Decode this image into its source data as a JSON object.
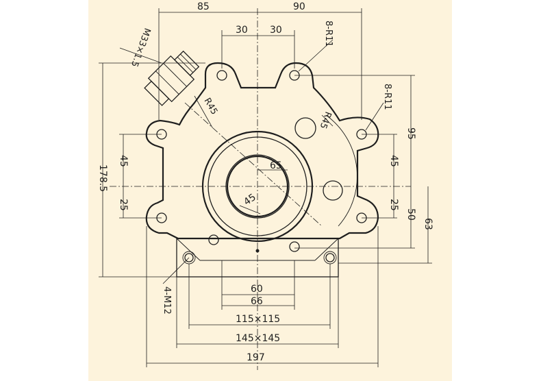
{
  "dimensions": {
    "top_left": "85",
    "top_right": "90",
    "top_30_left": "30",
    "top_30_right": "30",
    "left_total": "178.5",
    "left_45": "45",
    "left_25": "25",
    "right_95": "95",
    "right_45": "45",
    "right_25": "25",
    "right_50": "50",
    "right_63": "63",
    "bottom_60": "60",
    "bottom_66": "66",
    "bottom_115": "115×115",
    "bottom_145": "145×145",
    "bottom_197": "197",
    "radius_65": "65",
    "radius_45_center": "45"
  },
  "callouts": {
    "thread": "M33×1.5",
    "holes_top": "8-R11",
    "holes_right": "8-R11",
    "radius_left": "R45",
    "radius_right": "R45",
    "mount_thread": "4-M12"
  }
}
